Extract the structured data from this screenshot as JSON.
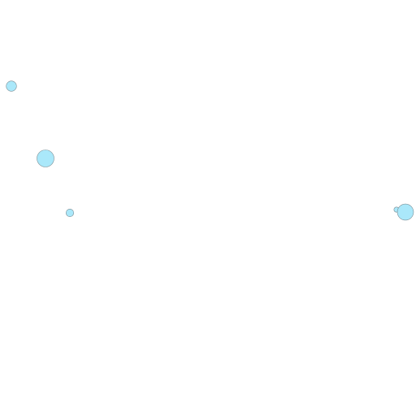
{
  "map": {
    "background_color": "#ffffff",
    "marker_fill": "#aae8fa",
    "marker_stroke": "#7a8c93",
    "markers": [
      {
        "name": "marker-1",
        "relative_magnitude": 0.6
      },
      {
        "name": "marker-2",
        "relative_magnitude": 1.0
      },
      {
        "name": "marker-3",
        "relative_magnitude": 0.45
      },
      {
        "name": "marker-4",
        "relative_magnitude": 0.3
      },
      {
        "name": "marker-5",
        "relative_magnitude": 0.95
      }
    ]
  }
}
